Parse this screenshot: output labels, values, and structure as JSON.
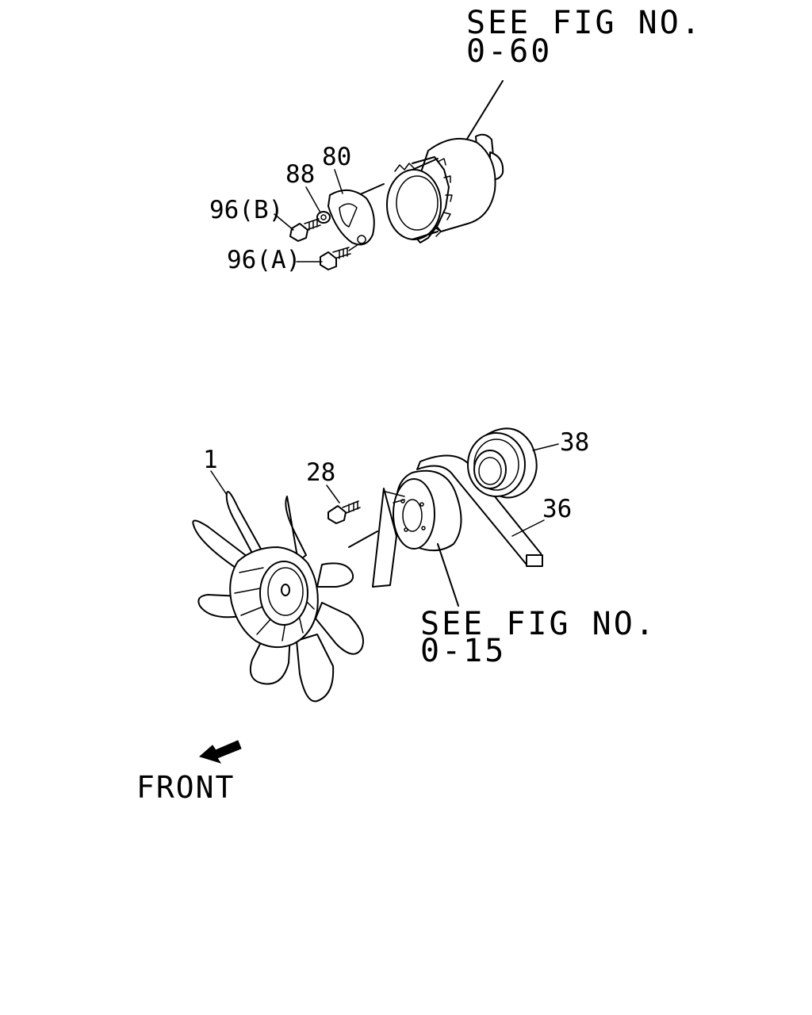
{
  "upper_reference": {
    "line1": "SEE FIG NO.",
    "line2": "0-60"
  },
  "lower_reference": {
    "line1": "SEE FIG NO.",
    "line2": "0-15"
  },
  "callouts": {
    "p80": "80",
    "p88": "88",
    "p96b": "96(B)",
    "p96a": "96(A)",
    "p1": "1",
    "p28": "28",
    "p38": "38",
    "p36": "36"
  },
  "orientation": {
    "label": "FRONT",
    "arrow_icon": "arrow-front-icon"
  },
  "colors": {
    "line": "#000000",
    "background": "#ffffff"
  }
}
